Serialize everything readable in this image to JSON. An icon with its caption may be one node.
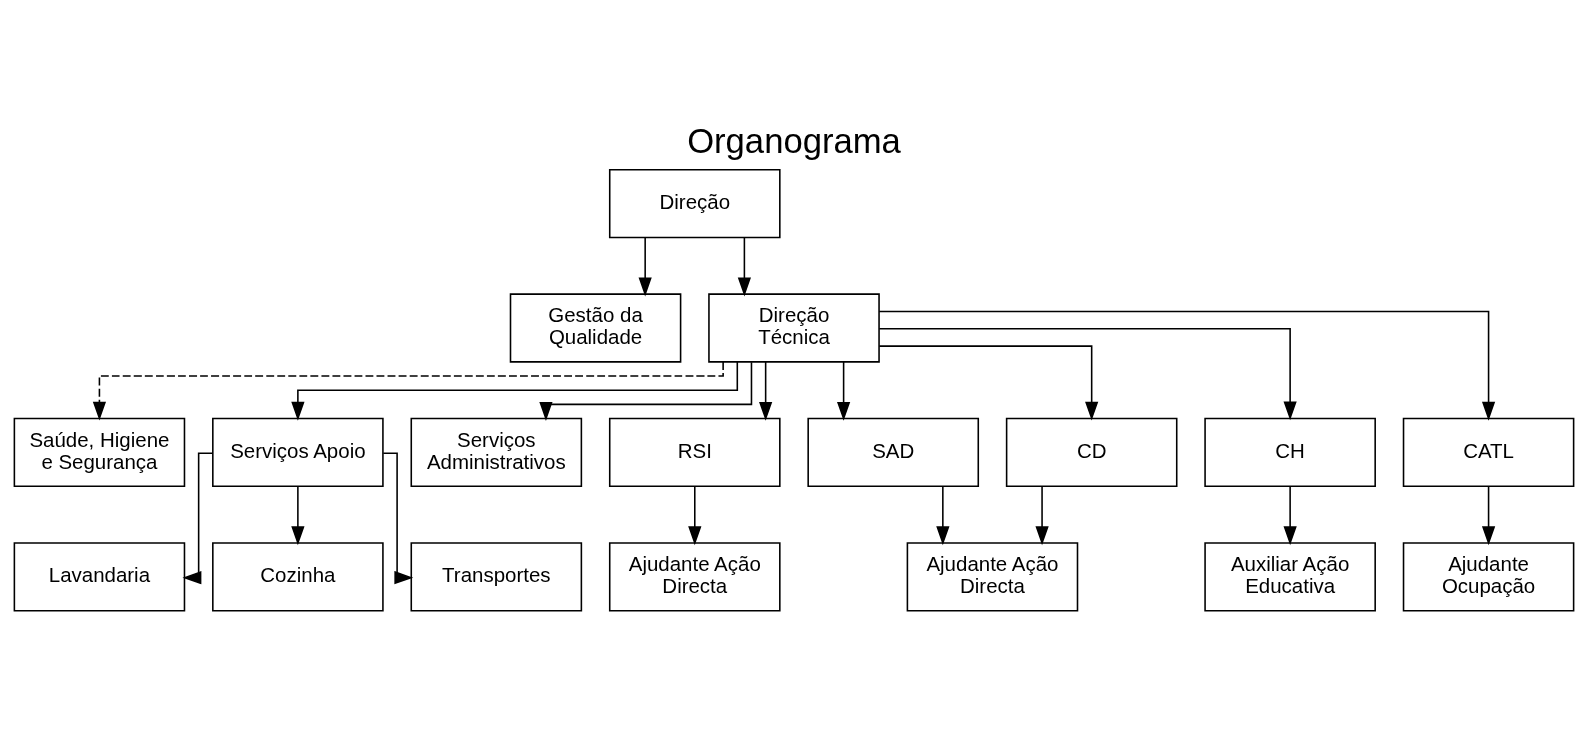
{
  "diagram": {
    "title": "Organograma",
    "nodes": [
      {
        "text": [
          "Direção"
        ]
      },
      {
        "text": [
          "Gestão da Qualidade"
        ]
      },
      {
        "text": [
          "Direção Técnica"
        ]
      },
      {
        "text": [
          "Saúde, Higiene e Segurança"
        ]
      },
      {
        "text": [
          "Serviços Apoio"
        ]
      },
      {
        "text": [
          "Serviços Administrativos"
        ]
      },
      {
        "text": [
          "RSI"
        ]
      },
      {
        "text": [
          "SAD"
        ]
      },
      {
        "text": [
          "CD"
        ]
      },
      {
        "text": [
          "CH"
        ]
      },
      {
        "text": [
          "CATL"
        ]
      },
      {
        "text": [
          "Lavandaria"
        ]
      },
      {
        "text": [
          "Cozinha"
        ]
      },
      {
        "text": [
          "Transportes"
        ]
      },
      {
        "text": [
          "Ajudante Ação Directa"
        ]
      },
      {
        "text": [
          "Ajudante Ação Directa"
        ]
      },
      {
        "text": [
          "Auxiliar Ação Educativa"
        ]
      },
      {
        "text": [
          "Ajudante Ocupação"
        ]
      }
    ],
    "edges": [
      {
        "from": 0,
        "to": 1,
        "arrow": "to"
      },
      {
        "from": 0,
        "to": 2,
        "arrow": "to"
      },
      {
        "from": 2,
        "to": 3,
        "arrow": "to",
        "style": "dashed"
      },
      {
        "from": 2,
        "to": 4,
        "arrow": "to"
      },
      {
        "from": 2,
        "to": 5,
        "arrow": "to"
      },
      {
        "from": 2,
        "to": 6,
        "arrow": "to"
      },
      {
        "from": 2,
        "to": 7,
        "arrow": "to"
      },
      {
        "from": 2,
        "to": 8,
        "arrow": "to"
      },
      {
        "from": 2,
        "to": 9,
        "arrow": "to"
      },
      {
        "from": 2,
        "to": 10,
        "arrow": "to"
      },
      {
        "from": 4,
        "to": 11,
        "arrow": "to"
      },
      {
        "from": 4,
        "to": 12,
        "arrow": "to"
      },
      {
        "from": 4,
        "to": 13,
        "arrow": "to"
      },
      {
        "from": 6,
        "to": 14,
        "arrow": "to"
      },
      {
        "from": 7,
        "to": 15,
        "arrow": "to"
      },
      {
        "from": 8,
        "to": 15,
        "arrow": "to"
      },
      {
        "from": 9,
        "to": 16,
        "arrow": "to"
      },
      {
        "from": 10,
        "to": 17,
        "arrow": "to"
      }
    ]
  }
}
